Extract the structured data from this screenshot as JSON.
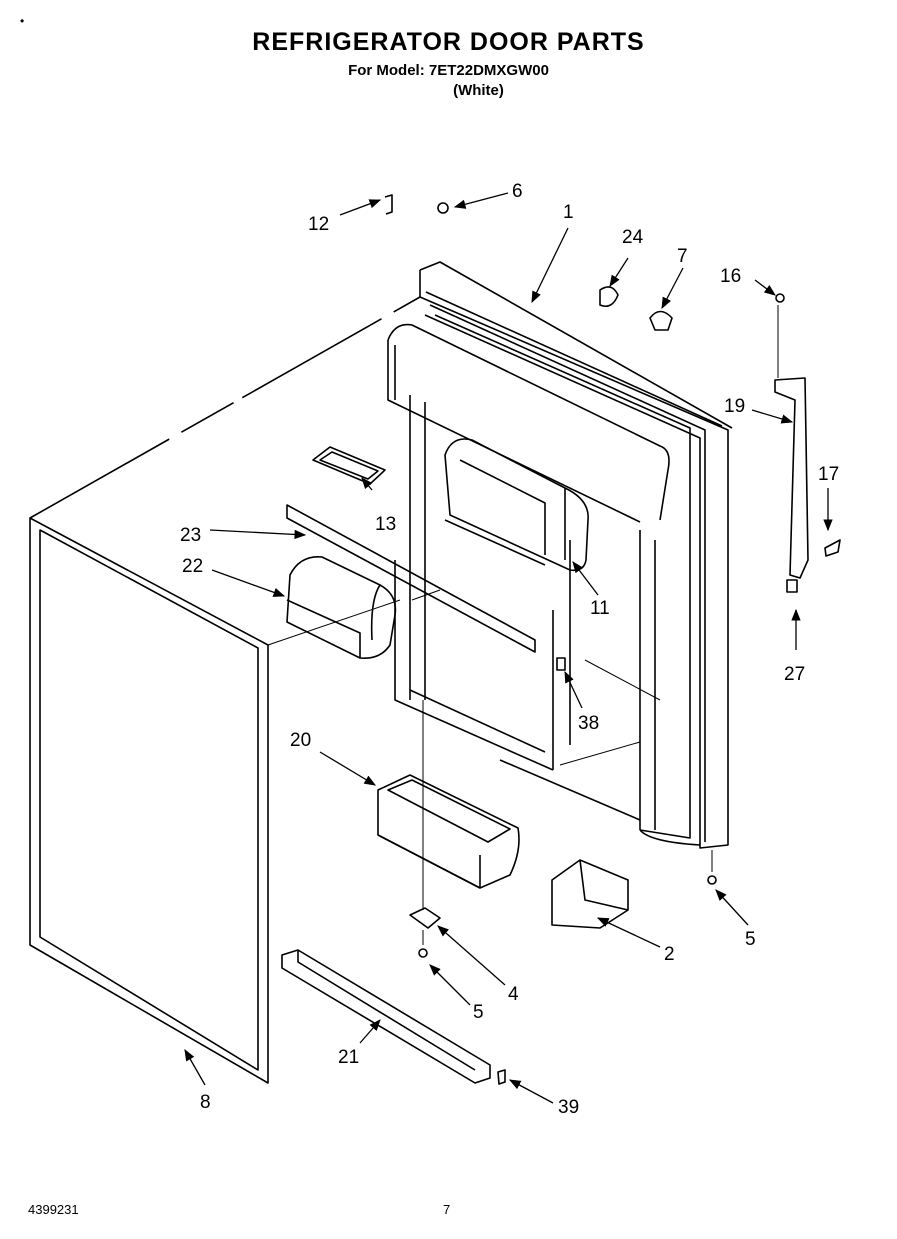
{
  "header": {
    "title": "REFRIGERATOR DOOR PARTS",
    "model_line": "For Model: 7ET22DMXGW00",
    "color": "(White)"
  },
  "footer": {
    "document_number": "4399231",
    "page_number": "7"
  },
  "callouts": {
    "c1": "1",
    "c2": "2",
    "c4": "4",
    "c5a": "5",
    "c5b": "5",
    "c6": "6",
    "c7": "7",
    "c8": "8",
    "c11": "11",
    "c12": "12",
    "c13": "13",
    "c16": "16",
    "c17": "17",
    "c19": "19",
    "c20": "20",
    "c21": "21",
    "c22": "22",
    "c23": "23",
    "c24": "24",
    "c27": "27",
    "c38": "38",
    "c39": "39"
  }
}
